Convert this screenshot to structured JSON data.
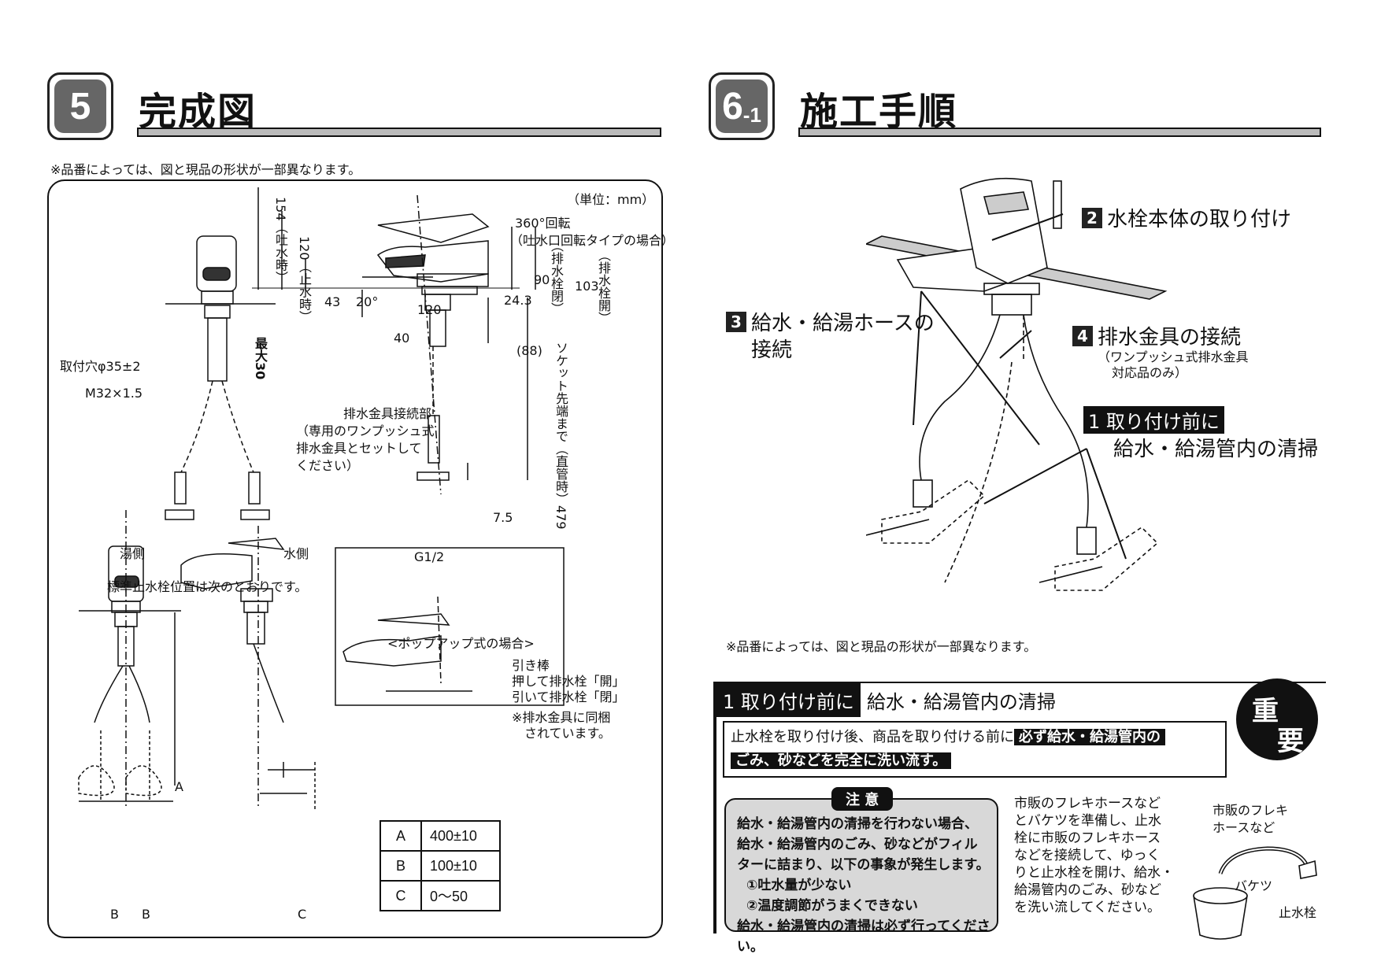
{
  "section5": {
    "number": "5",
    "title": "完成図",
    "note": "※品番によっては、図と現品の形状が一部異なります。",
    "unit": "（単位：mm）",
    "labels": {
      "rotate": "360°回転",
      "rotate_note": "（吐水口回転タイプの場合）",
      "h154": "154（吐水時）",
      "h120": "120（止水時）",
      "h43": "43",
      "angle20": "20°",
      "w120": "120",
      "w24": "24.3",
      "h40": "40",
      "h90": "90",
      "h90note": "（排水栓閉）",
      "h103": "103",
      "h103note": "（排水栓開）",
      "max30": "最大30",
      "hole": "取付穴φ35±2",
      "thread": "M32×1.5",
      "h88": "(88)",
      "h479": "ソケット先端まで（直管時）479",
      "drain1": "排水金具接続部",
      "drain2": "（専用のワンプッシュ式",
      "drain3": "排水金具とセットして",
      "drain4": "ください）",
      "h75": "7.5",
      "g12": "G1/2",
      "hot": "湯側",
      "cold": "水側",
      "standard": "標準止水栓位置は次のとおりです。",
      "dimA": "A",
      "dimB1": "B",
      "dimB2": "B",
      "dimC": "C"
    },
    "popup": {
      "title": "<ポップアップ式の場合>",
      "l1": "引き棒",
      "l2": "押して排水栓「開」",
      "l3": "引いて排水栓「閉」",
      "l4": "※排水金具に同梱",
      "l5": "されています。"
    },
    "table": [
      {
        "key": "A",
        "value": "400±10"
      },
      {
        "key": "B",
        "value": "100±10"
      },
      {
        "key": "C",
        "value": "0〜50"
      }
    ]
  },
  "section6": {
    "number": "6",
    "sub": "-1",
    "title": "施工手順",
    "step2": {
      "num": "2",
      "text": "水栓本体の取り付け"
    },
    "step3": {
      "num": "3",
      "text": "給水・給湯ホースの",
      "text2": "接続"
    },
    "step4": {
      "num": "4",
      "text": "排水金具の接続",
      "note1": "（ワンプッシュ式排水金具",
      "note2": "対応品のみ）"
    },
    "step1": {
      "tag": "1 取り付け前に",
      "text": "給水・給湯管内の清掃"
    },
    "note": "※品番によっては、図と現品の形状が一部異なります。",
    "box": {
      "tag": "1 取り付け前に",
      "title": "給水・給湯管内の清掃",
      "important1": "重",
      "important2": "要",
      "lead": "止水栓を取り付け後、商品を取り付ける前に",
      "lead_hl": "必ず給水・給湯管内の",
      "lead_hl2": "ごみ、砂などを完全に洗い流す。",
      "caution_title": "注 意",
      "caution": [
        "給水・給湯管内の清掃を行わない場合、",
        "給水・給湯管内のごみ、砂などがフィル",
        "ターに詰まり、以下の事象が発生します。",
        "①吐水量が少ない",
        "②温度調節がうまくできない",
        "給水・給湯管内の清掃は必ず行ってください。"
      ],
      "instructions": [
        "市販のフレキホースなど",
        "とバケツを準備し、止水",
        "栓に市販のフレキホース",
        "などを接続して、ゆっく",
        "りと止水栓を開け、給水・",
        "給湯管内のごみ、砂など",
        "を洗い流してください。"
      ],
      "fig_hose1": "市販のフレキ",
      "fig_hose2": "ホースなど",
      "fig_bucket": "バケツ",
      "fig_valve": "止水栓"
    }
  }
}
